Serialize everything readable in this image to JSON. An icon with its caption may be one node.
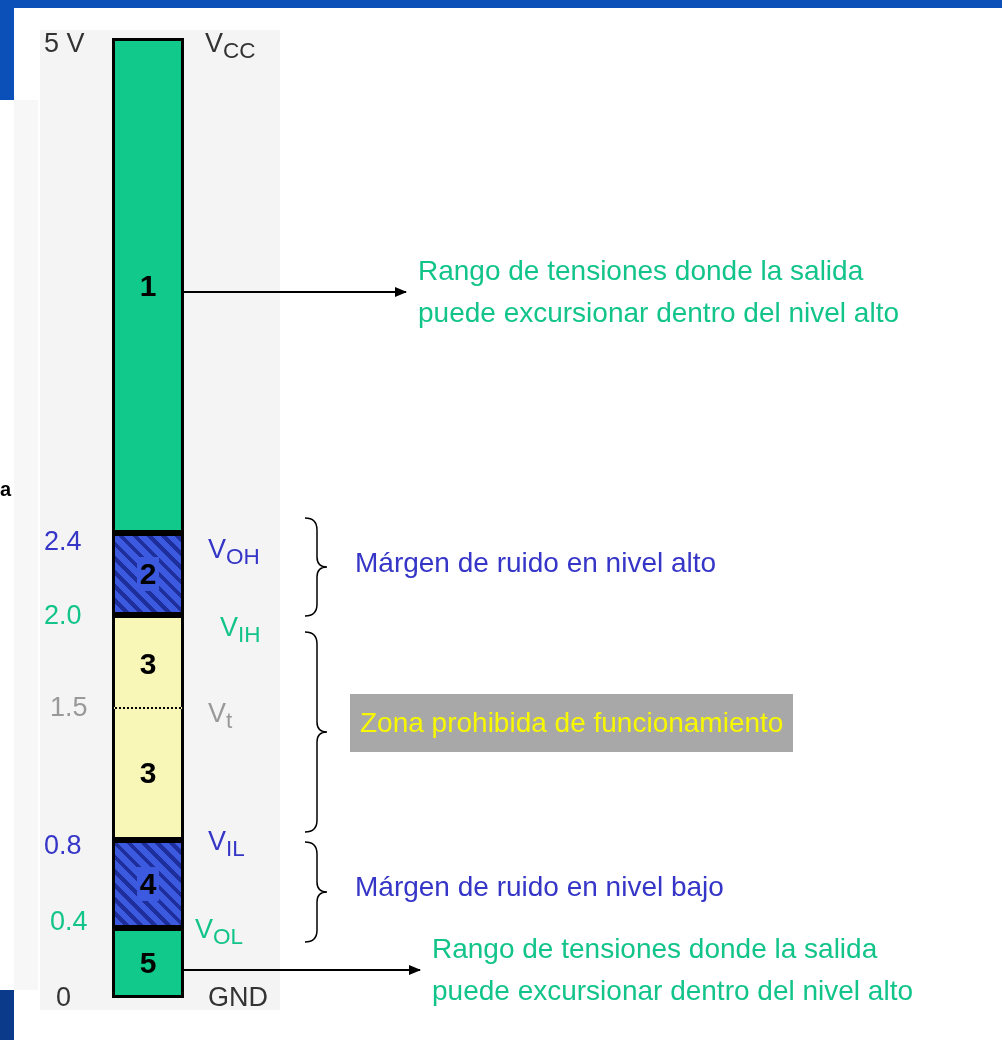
{
  "diagram": {
    "nodes": [
      {
        "text": [
          "1"
        ]
      },
      {
        "text": [
          "2"
        ]
      },
      {
        "text": [
          "3"
        ]
      },
      {
        "text": [
          "3"
        ]
      },
      {
        "text": [
          "4"
        ]
      },
      {
        "text": [
          "5"
        ]
      },
      {
        "text": [
          "Rango de tensiones donde la salida puede excursionar dentro del nivel alto"
        ]
      },
      {
        "text": [
          "Márgen de ruido en nivel alto"
        ]
      },
      {
        "text": [
          "Zona prohibida de funcionamiento"
        ]
      },
      {
        "text": [
          "Márgen de ruido en nivel bajo"
        ]
      },
      {
        "text": [
          "Rango de tensiones donde la salida puede excursionar dentro del nivel alto"
        ]
      }
    ],
    "edges": [
      {
        "from": 0,
        "to": 6,
        "arrow": "to"
      },
      {
        "from": 5,
        "to": 10,
        "arrow": "to"
      }
    ],
    "labels": [
      "5 V",
      "V$_{CC}$",
      "a",
      "2.4",
      "V$_{OH}$",
      "2.0",
      "V$_{IH}$",
      "1.5",
      "V$_{t}$",
      "0.8",
      "V$_{IL}$",
      "0.4",
      "V$_{OL}$",
      "0",
      "GND"
    ]
  }
}
